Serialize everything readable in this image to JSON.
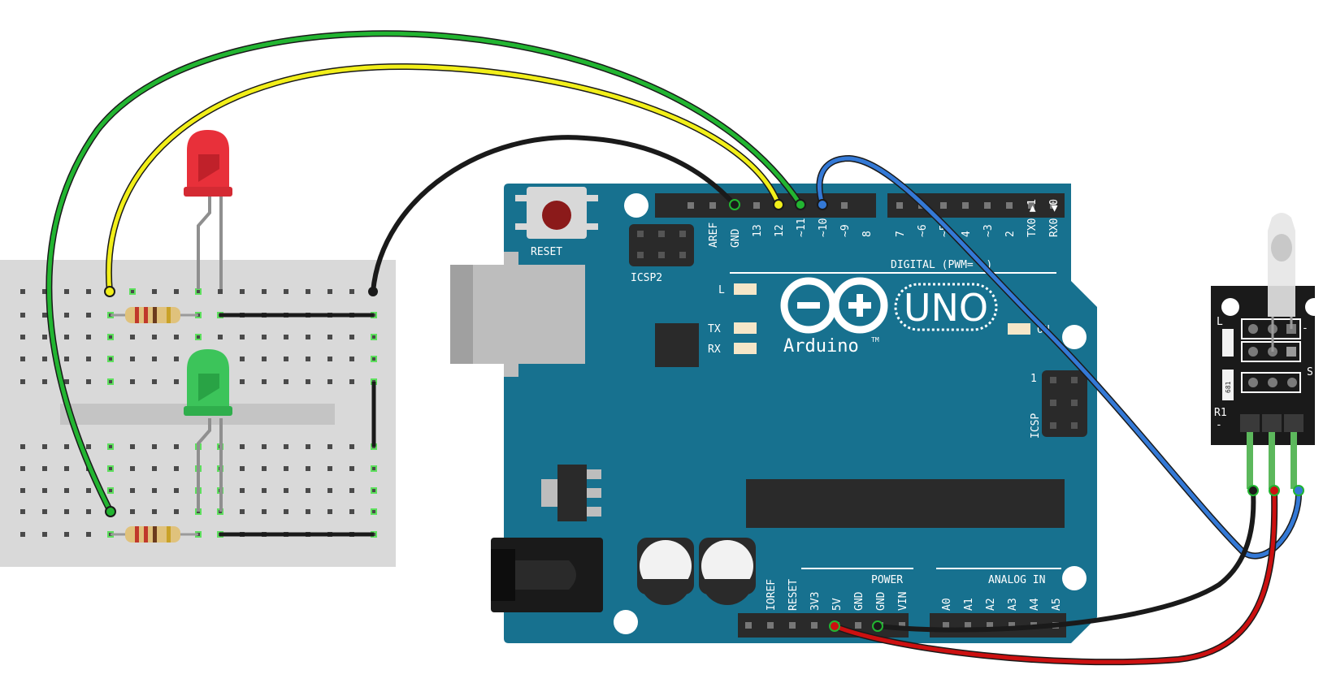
{
  "board": {
    "reset_label": "RESET",
    "icsp2_label": "ICSP2",
    "icsp_label": "ICSP",
    "icsp_pin1": "1",
    "digital_label": "DIGITAL (PWM= ~)",
    "digital_pins": [
      "AREF",
      "GND",
      "13",
      "12",
      "~11",
      "~10",
      "~9",
      "8",
      "7",
      "~6",
      "~5",
      "4",
      "~3",
      "2",
      "TX0 ▶1",
      "RX0 ◀0"
    ],
    "led_l": "L",
    "led_tx": "TX",
    "led_rx": "RX",
    "led_on": "ON",
    "logo_uno": "UNO",
    "logo_arduino": "Arduino",
    "logo_tm": "TM",
    "power_label": "POWER",
    "power_pins": [
      "IOREF",
      "RESET",
      "3V3",
      "5V",
      "GND",
      "GND",
      "VIN"
    ],
    "analog_label": "ANALOG IN",
    "analog_pins": [
      "A0",
      "A1",
      "A2",
      "A3",
      "A4",
      "A5"
    ]
  },
  "sensor": {
    "label_l": "L",
    "label_s": "S",
    "label_r1": "R1",
    "resistor_code": "681",
    "pin_minus": "-",
    "pin_s": "S"
  },
  "colors": {
    "board": "#17718f",
    "wire_green": "#22b531",
    "wire_yellow": "#f2ef1a",
    "wire_black": "#1a1a1a",
    "wire_blue": "#3479d6",
    "wire_red": "#cc1010",
    "led_red": "#e8303a",
    "led_green": "#3cc45a",
    "breadboard": "#d9d9d9"
  }
}
